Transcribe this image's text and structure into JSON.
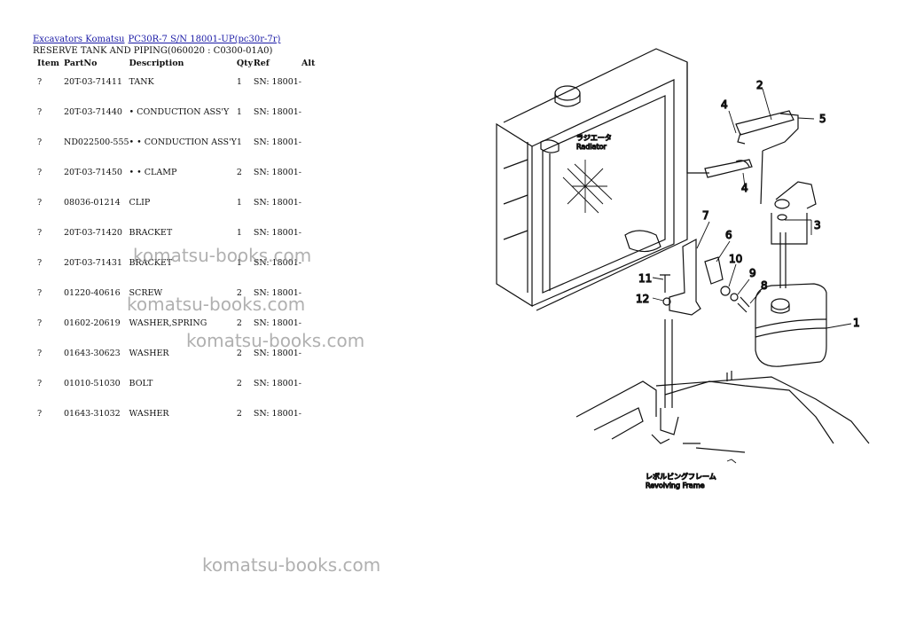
{
  "breadcrumb": {
    "link1": "Excavators Komatsu",
    "link2": "PC30R-7 S/N 18001-UP(pc30r-7r)"
  },
  "subtitle": "RESERVE TANK AND PIPING(060020 : C0300-01A0)",
  "table": {
    "headers": {
      "item": "Item",
      "partno": "PartNo",
      "description": "Description",
      "qty": "Qty",
      "ref": "Ref",
      "alt": "Alt"
    },
    "rows": [
      {
        "item": "?",
        "partno": "20T-03-71411",
        "description": "TANK",
        "qty": "1",
        "ref": "SN: 18001-"
      },
      {
        "item": "?",
        "partno": "20T-03-71440",
        "description": "• CONDUCTION ASS'Y",
        "qty": "1",
        "ref": "SN: 18001-"
      },
      {
        "item": "?",
        "partno": "ND022500-555",
        "description": "• • CONDUCTION ASS'Y",
        "qty": "1",
        "ref": "SN: 18001-"
      },
      {
        "item": "?",
        "partno": "20T-03-71450",
        "description": "• • CLAMP",
        "qty": "2",
        "ref": "SN: 18001-"
      },
      {
        "item": "?",
        "partno": "08036-01214",
        "description": "CLIP",
        "qty": "1",
        "ref": "SN: 18001-"
      },
      {
        "item": "?",
        "partno": "20T-03-71420",
        "description": "BRACKET",
        "qty": "1",
        "ref": "SN: 18001-"
      },
      {
        "item": "?",
        "partno": "20T-03-71431",
        "description": "BRACKET",
        "qty": "1",
        "ref": "SN: 18001-"
      },
      {
        "item": "?",
        "partno": "01220-40616",
        "description": "SCREW",
        "qty": "2",
        "ref": "SN: 18001-"
      },
      {
        "item": "?",
        "partno": "01602-20619",
        "description": "WASHER,SPRING",
        "qty": "2",
        "ref": "SN: 18001-"
      },
      {
        "item": "?",
        "partno": "01643-30623",
        "description": "WASHER",
        "qty": "2",
        "ref": "SN: 18001-"
      },
      {
        "item": "?",
        "partno": "01010-51030",
        "description": "BOLT",
        "qty": "2",
        "ref": "SN: 18001-"
      },
      {
        "item": "?",
        "partno": "01643-31032",
        "description": "WASHER",
        "qty": "2",
        "ref": "SN: 18001-"
      }
    ]
  },
  "watermark": "komatsu-books.com",
  "diagram": {
    "radiator_jp": "ラジエータ",
    "radiator_en": "Radiator",
    "frame_jp": "レボルビングフレーム",
    "frame_en": "Revolving  Frame",
    "callouts": [
      "1",
      "2",
      "3",
      "4",
      "4",
      "5",
      "6",
      "7",
      "8",
      "9",
      "10",
      "11",
      "12"
    ]
  }
}
